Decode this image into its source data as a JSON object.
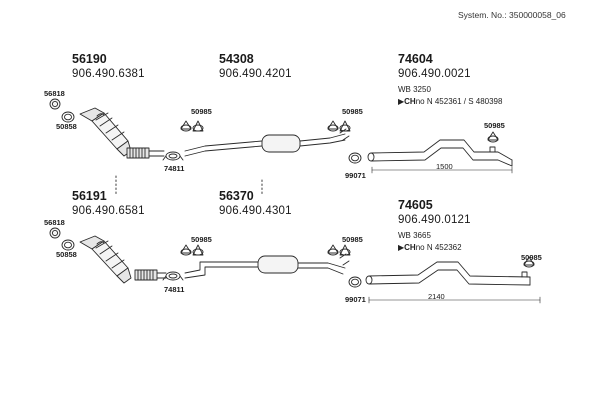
{
  "system_number": "System. No.: 350000058_06",
  "groups": [
    {
      "part": "56190",
      "oe": "906.490.6381"
    },
    {
      "part": "54308",
      "oe": "906.490.4201"
    },
    {
      "part": "74604",
      "oe": "906.490.0021",
      "wb": "WB 3250",
      "ch_prefix": "CH",
      "ch_text": "no N 452361 / S 480398"
    },
    {
      "part": "56191",
      "oe": "906.490.6581"
    },
    {
      "part": "56370",
      "oe": "906.490.4301"
    },
    {
      "part": "74605",
      "oe": "906.490.0121",
      "wb": "WB 3665",
      "ch_prefix": "CH",
      "ch_text": "no N 452362"
    }
  ],
  "labels": {
    "p56818": "56818",
    "p50858": "50858",
    "p74811": "74811",
    "p50985": "50985",
    "p99071": "99071",
    "len1": "1500",
    "len2": "2140"
  },
  "colors": {
    "line": "#2a2a2a",
    "pipe_fill": "#f4f4f4",
    "part_fill": "#e6e6e6"
  }
}
